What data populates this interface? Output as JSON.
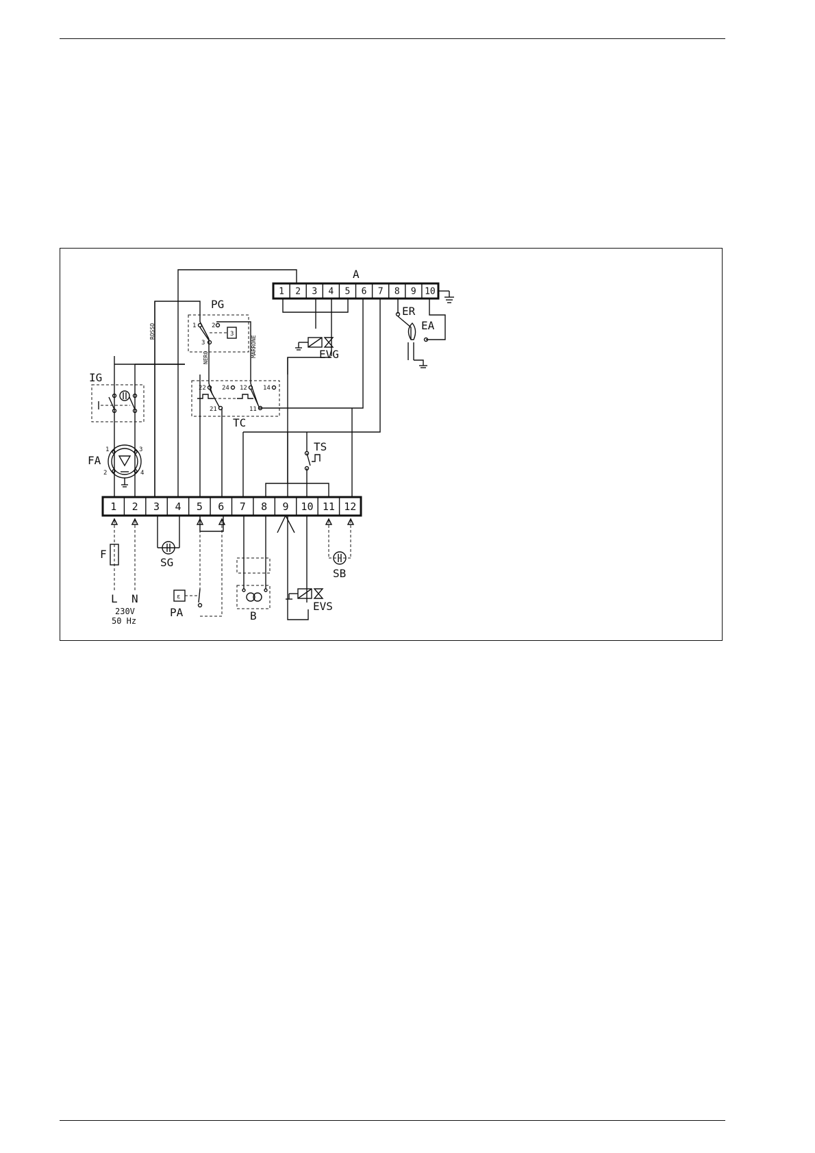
{
  "terminal_block_A": {
    "label": "A",
    "terminals": [
      "1",
      "2",
      "3",
      "4",
      "5",
      "6",
      "7",
      "8",
      "9",
      "10"
    ]
  },
  "terminal_block_main": {
    "terminals": [
      "1",
      "2",
      "3",
      "4",
      "5",
      "6",
      "7",
      "8",
      "9",
      "10",
      "11",
      "12"
    ]
  },
  "components": {
    "PG": "PG",
    "IG": "IG",
    "FA": "FA",
    "TC": "TC",
    "TS": "TS",
    "ER": "ER",
    "EA": "EA",
    "EVG": "EVG",
    "EVS": "EVS",
    "SG": "SG",
    "SB": "SB",
    "PA": "PA",
    "B": "B",
    "F": "F"
  },
  "pins": {
    "pg_1": "1",
    "pg_2": "2",
    "pg_3": "3",
    "fa_1": "1",
    "fa_2": "2",
    "fa_3": "3",
    "fa_4": "4",
    "tc_22": "22",
    "tc_24": "24",
    "tc_12": "12",
    "tc_14": "14",
    "tc_21": "21",
    "tc_11": "11"
  },
  "wire_colors": {
    "rosso": "ROSSO",
    "nero": "NERO",
    "marrone": "MARRONE"
  },
  "supply": {
    "line": "L",
    "neutral": "N",
    "voltage": "230V",
    "frequency": "50 Hz"
  }
}
